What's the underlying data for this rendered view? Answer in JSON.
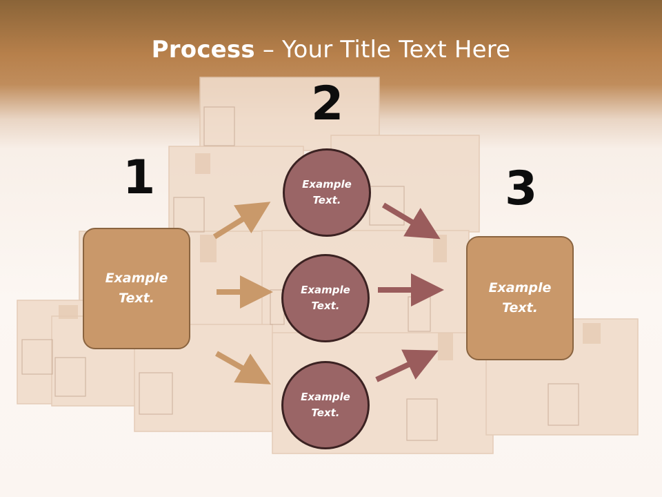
{
  "title": {
    "bold": "Process",
    "separator": " – ",
    "rest": "Your Title Text Here"
  },
  "steps": {
    "one": "1",
    "two": "2",
    "three": "3"
  },
  "left_box": {
    "line1": "Example",
    "line2": "Text."
  },
  "right_box": {
    "line1": "Example",
    "line2": "Text."
  },
  "circles": [
    {
      "line1": "Example",
      "line2": "Text."
    },
    {
      "line1": "Example",
      "line2": "Text."
    },
    {
      "line1": "Example",
      "line2": "Text."
    }
  ],
  "colors": {
    "box_fill": "#c9986a",
    "circle_fill": "#9a6566",
    "arrow_left": "#c9996a",
    "arrow_right": "#9a5c5c",
    "header": "#b7804b"
  },
  "background_icons": [
    "cardboard-box-stack"
  ]
}
